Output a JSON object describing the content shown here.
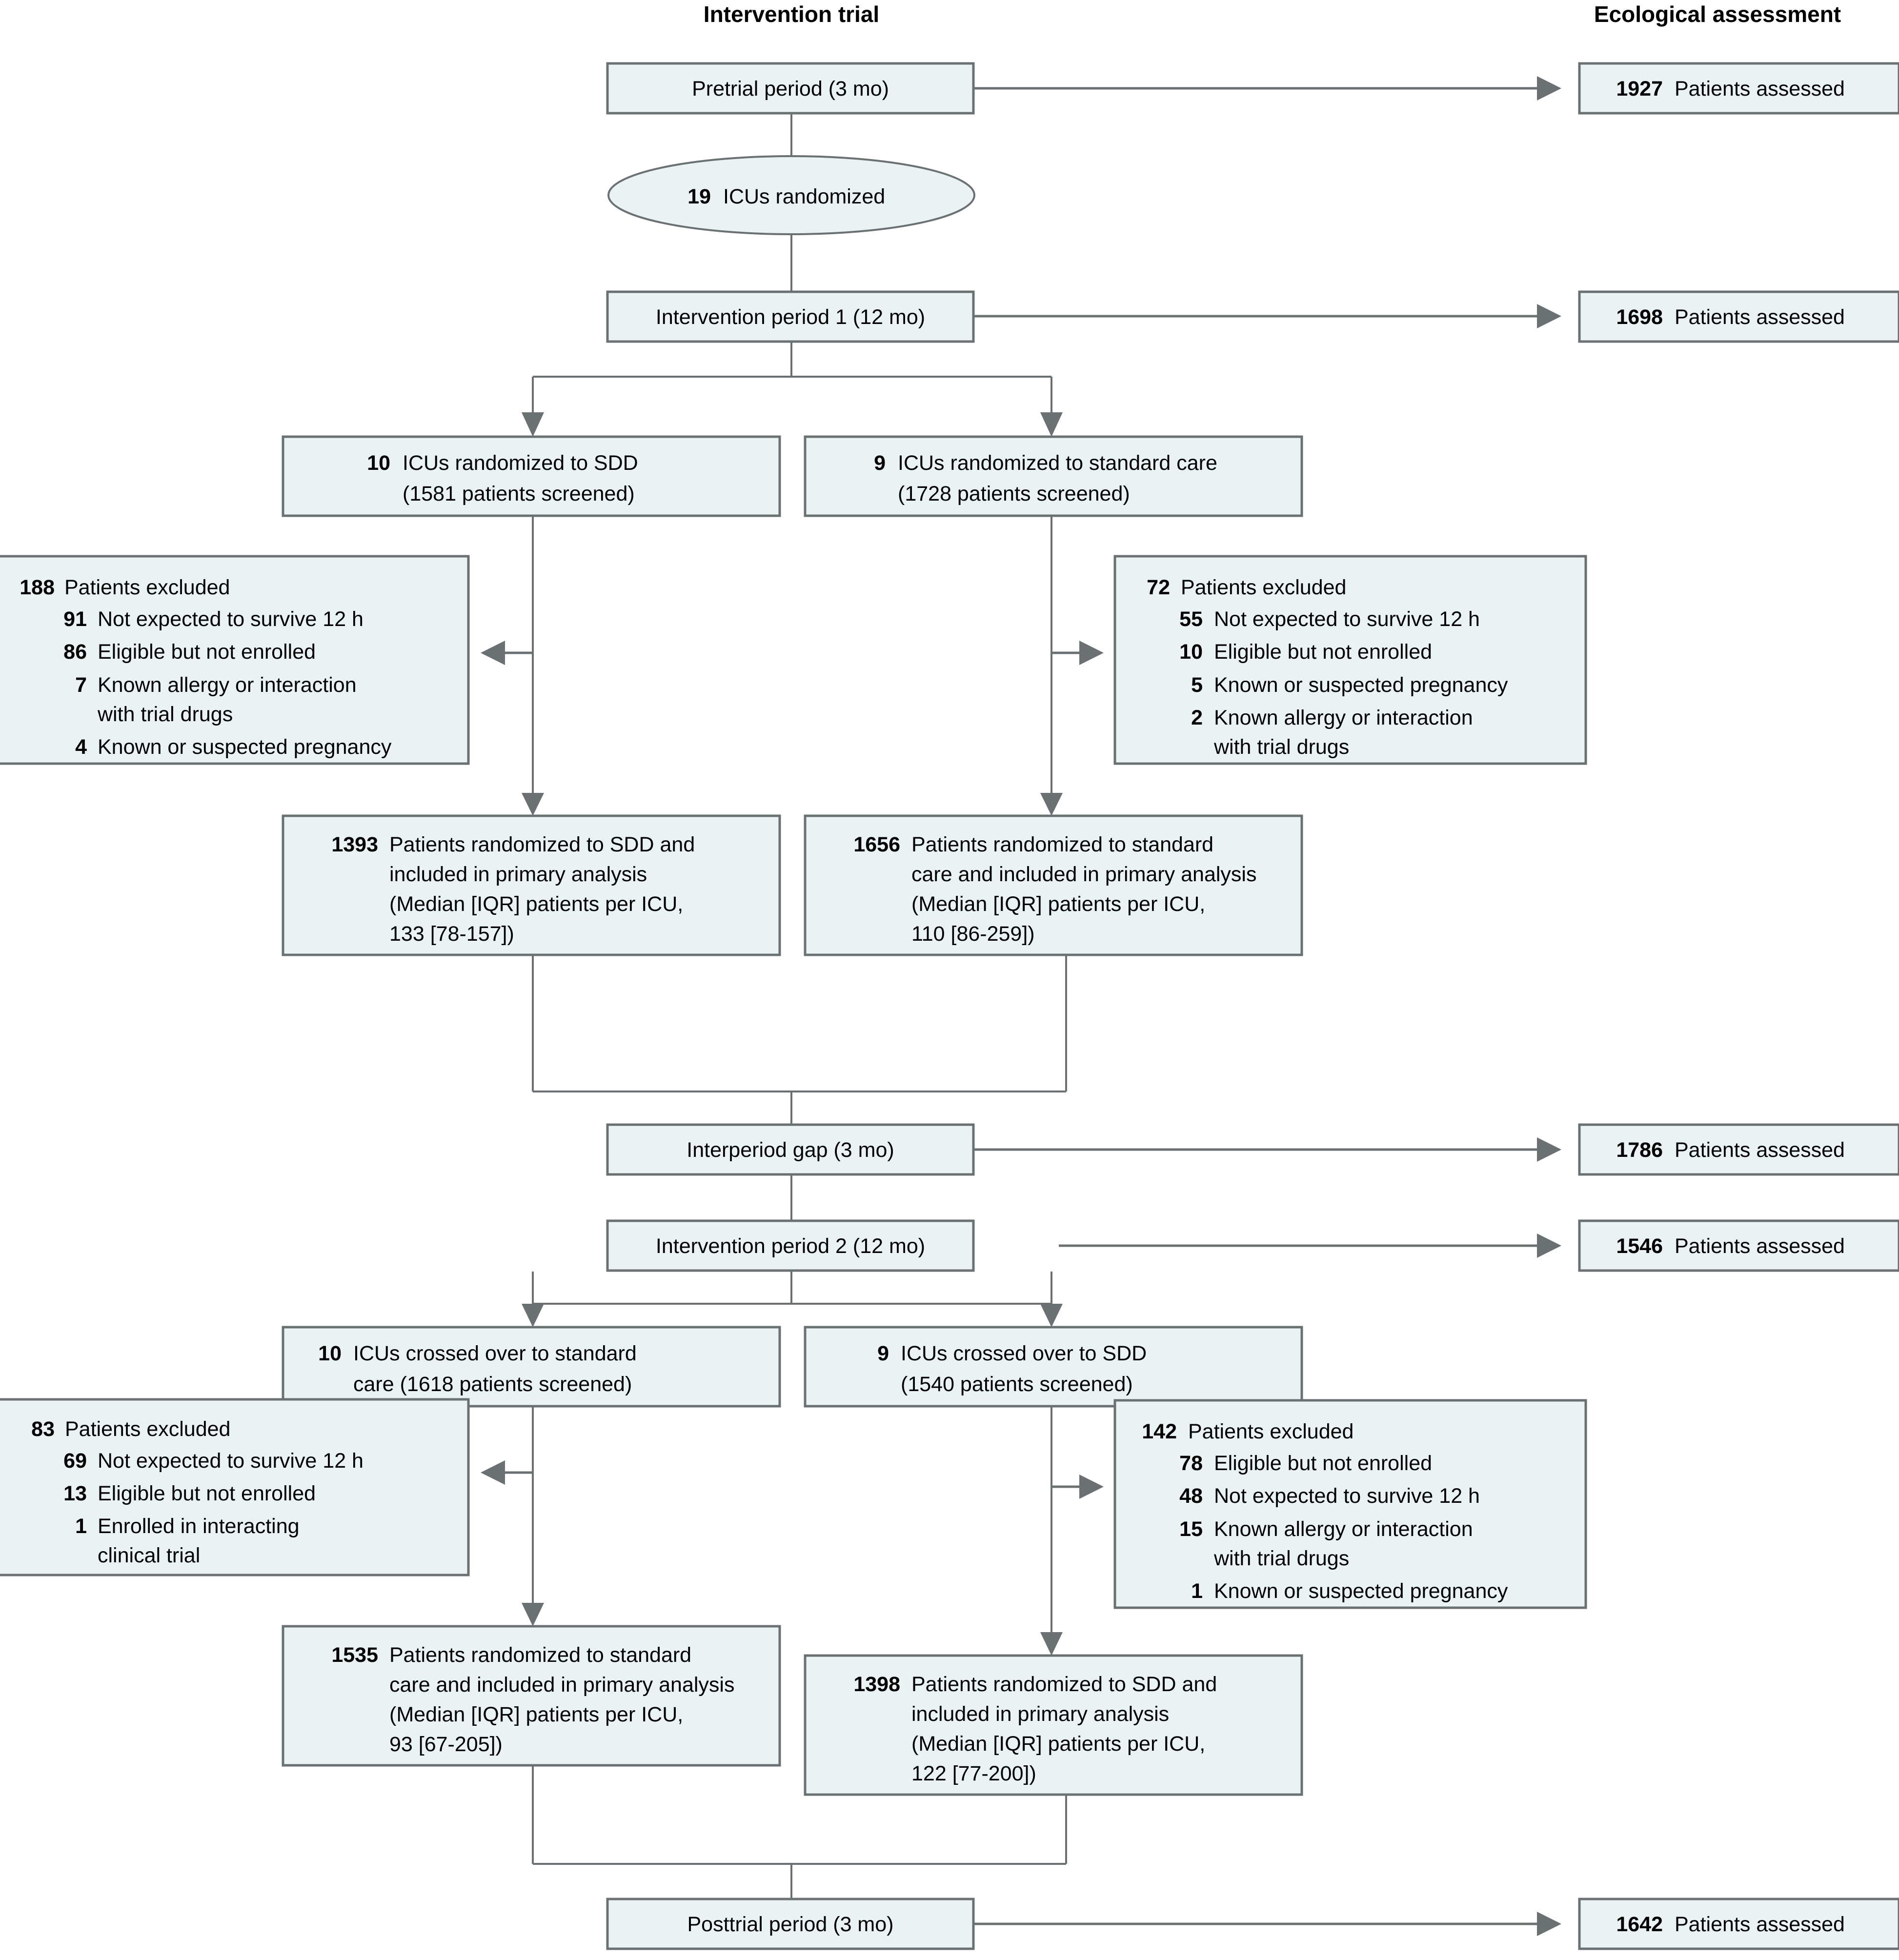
{
  "headers": {
    "left": "Intervention trial",
    "right": "Ecological assessment"
  },
  "nodes": {
    "pretrial": {
      "label": "Pretrial period (3 mo)"
    },
    "randomized": {
      "num": "19",
      "label": "ICUs randomized"
    },
    "period1": {
      "label": "Intervention period 1 (12 mo)"
    },
    "interperiod_gap": {
      "label": "Interperiod gap (3 mo)"
    },
    "period2": {
      "label": "Intervention period 2 (12 mo)"
    },
    "posttrial": {
      "label": "Posttrial period (3 mo)"
    },
    "p1_sdd": {
      "num": "10",
      "line1": "ICUs randomized to SDD",
      "line2": "(1581 patients screened)"
    },
    "p1_standard": {
      "num": "9",
      "line1": "ICUs randomized to standard care",
      "line2": "(1728 patients screened)"
    },
    "p1_sdd_analysis": {
      "num": "1393",
      "lines": [
        "Patients randomized to SDD and",
        "included in primary analysis",
        "(Median [IQR] patients per ICU,",
        "133 [78-157])"
      ]
    },
    "p1_standard_analysis": {
      "num": "1656",
      "lines": [
        "Patients randomized to standard",
        "care and included in primary analysis",
        "(Median [IQR] patients per ICU,",
        "110 [86-259])"
      ]
    },
    "p2_standard": {
      "num": "10",
      "line1": "ICUs crossed over to standard",
      "line2": "care (1618 patients screened)"
    },
    "p2_sdd": {
      "num": "9",
      "line1": "ICUs crossed over to SDD",
      "line2": "(1540 patients screened)"
    },
    "p2_standard_analysis": {
      "num": "1535",
      "lines": [
        "Patients randomized to standard",
        "care and included in primary analysis",
        "(Median [IQR] patients per ICU,",
        "93 [67-205])"
      ]
    },
    "p2_sdd_analysis": {
      "num": "1398",
      "lines": [
        "Patients randomized to SDD and",
        "included in primary analysis",
        "(Median [IQR] patients per ICU,",
        "122 [77-200])"
      ]
    }
  },
  "exclusions": {
    "p1_sdd": {
      "total_num": "188",
      "total_label": "Patients excluded",
      "items": [
        {
          "num": "91",
          "label": "Not expected to survive 12 h"
        },
        {
          "num": "86",
          "label": "Eligible but not enrolled"
        },
        {
          "num": "7",
          "label": "Known allergy or interaction",
          "label2": "with trial drugs"
        },
        {
          "num": "4",
          "label": "Known or suspected pregnancy"
        }
      ]
    },
    "p1_standard": {
      "total_num": "72",
      "total_label": "Patients excluded",
      "items": [
        {
          "num": "55",
          "label": "Not expected to survive 12 h"
        },
        {
          "num": "10",
          "label": "Eligible but not enrolled"
        },
        {
          "num": "5",
          "label": "Known or suspected pregnancy"
        },
        {
          "num": "2",
          "label": "Known allergy or interaction",
          "label2": "with trial drugs"
        }
      ]
    },
    "p2_standard": {
      "total_num": "83",
      "total_label": "Patients excluded",
      "items": [
        {
          "num": "69",
          "label": "Not expected to survive 12 h"
        },
        {
          "num": "13",
          "label": "Eligible but not enrolled"
        },
        {
          "num": "1",
          "label": "Enrolled in interacting",
          "label2": "clinical trial"
        }
      ]
    },
    "p2_sdd": {
      "total_num": "142",
      "total_label": "Patients excluded",
      "items": [
        {
          "num": "78",
          "label": "Eligible but not enrolled"
        },
        {
          "num": "48",
          "label": "Not expected to survive 12 h"
        },
        {
          "num": "15",
          "label": "Known allergy or interaction",
          "label2": "with trial drugs"
        },
        {
          "num": "1",
          "label": "Known or suspected pregnancy"
        }
      ]
    }
  },
  "assessments": {
    "pretrial": {
      "num": "1927",
      "label": "Patients assessed"
    },
    "period1": {
      "num": "1698",
      "label": "Patients assessed"
    },
    "gap": {
      "num": "1786",
      "label": "Patients assessed"
    },
    "period2": {
      "num": "1546",
      "label": "Patients assessed"
    },
    "posttrial": {
      "num": "1642",
      "label": "Patients assessed"
    }
  },
  "colors": {
    "box_fill": "#eaf2f4",
    "box_stroke": "#6b7173",
    "text": "#000000"
  }
}
